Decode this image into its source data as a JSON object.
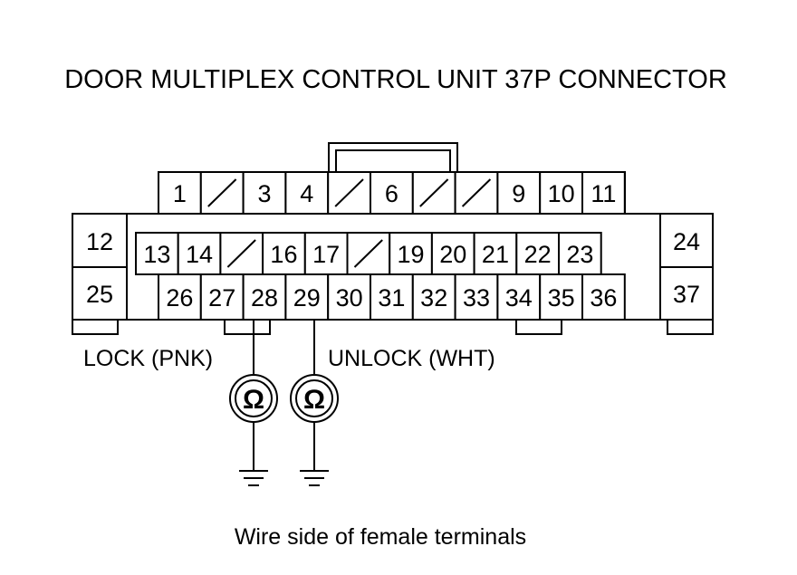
{
  "diagram": {
    "title": "DOOR MULTIPLEX CONTROL UNIT 37P CONNECTOR",
    "caption": "Wire side of female terminals",
    "row1": [
      "1",
      "",
      "3",
      "4",
      "",
      "6",
      "",
      "",
      "9",
      "10",
      "11"
    ],
    "row2": [
      "13",
      "14",
      "",
      "16",
      "17",
      "",
      "19",
      "20",
      "21",
      "22",
      "23"
    ],
    "row3": [
      "26",
      "27",
      "28",
      "29",
      "30",
      "31",
      "32",
      "33",
      "34",
      "35",
      "36"
    ],
    "side_left": [
      "12",
      "25"
    ],
    "side_right": [
      "24",
      "37"
    ],
    "probes": [
      {
        "label": "LOCK (PNK)",
        "pin": "28",
        "symbol": "Ω"
      },
      {
        "label": "UNLOCK (WHT)",
        "pin": "29",
        "symbol": "Ω"
      }
    ]
  }
}
